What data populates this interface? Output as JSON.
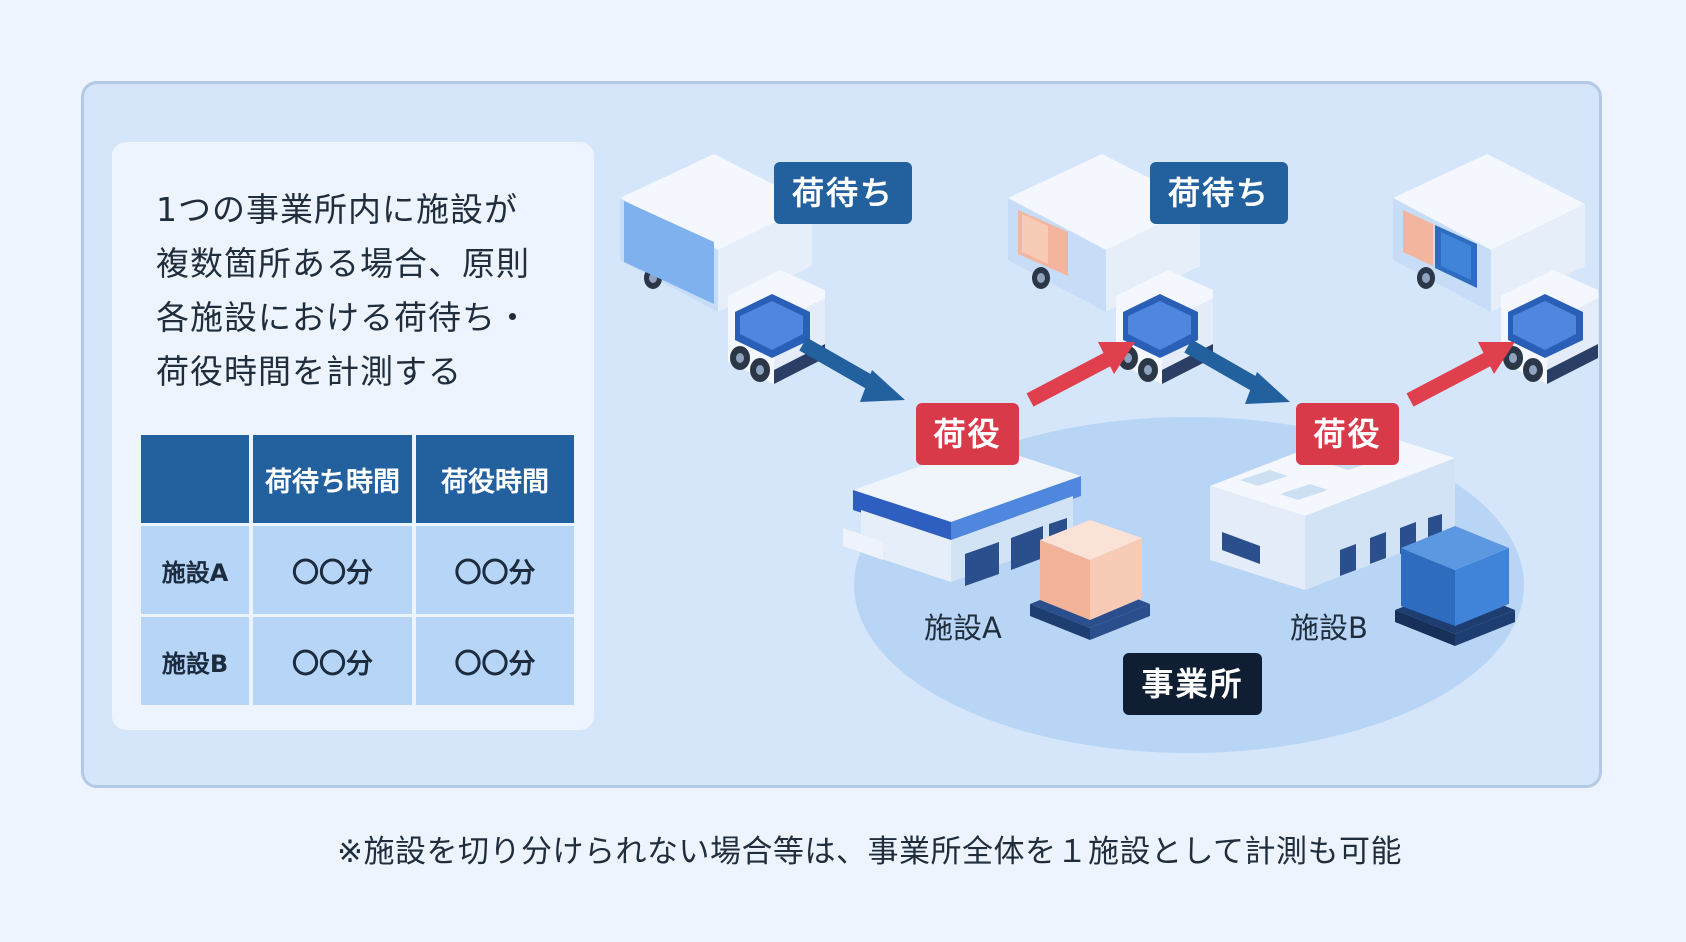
{
  "intro_lines": [
    "1つの事業所内に施設が",
    "複数箇所ある場合、原則",
    "各施設における荷待ち・",
    "荷役時間を計測する"
  ],
  "table": {
    "headers": [
      "",
      "荷待ち時間",
      "荷役時間"
    ],
    "rows": [
      {
        "name": "施設A",
        "wait": "〇〇分",
        "handling": "〇〇分"
      },
      {
        "name": "施設B",
        "wait": "〇〇分",
        "handling": "〇〇分"
      }
    ]
  },
  "badges": {
    "wait_1": "荷待ち",
    "wait_2": "荷待ち",
    "handling_1": "荷役",
    "handling_2": "荷役",
    "office": "事業所"
  },
  "facility_labels": {
    "a": "施設A",
    "b": "施設B"
  },
  "footnote": "※施設を切り分けられない場合等は、事業所全体を１施設として計測も可能",
  "colors": {
    "wait_badge": "#23619e",
    "handling_badge": "#d93a4a",
    "office_badge": "#0f1e33",
    "arrow_in": "#23619e",
    "arrow_out": "#e0404e"
  }
}
